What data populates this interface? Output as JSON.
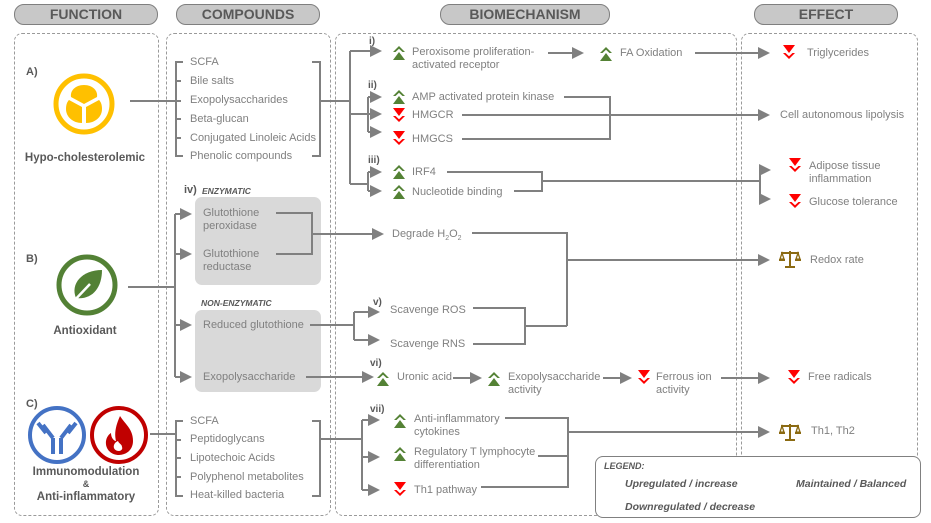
{
  "headers": {
    "function": "FUNCTION",
    "compounds": "COMPOUNDS",
    "biomechanism": "BIOMECHANISM",
    "effect": "EFFECT"
  },
  "colors": {
    "up": "#548235",
    "down": "#ff0000",
    "balance": "#8b6a12",
    "hypo": "#ffc000",
    "antioxidant": "#538135",
    "immuno": "#4472c4",
    "inflammatory": "#c00000",
    "line": "#808080"
  },
  "functions": [
    {
      "letter": "A)",
      "label": "Hypo-cholesterolemic",
      "icon": "cholesterol-icon"
    },
    {
      "letter": "B)",
      "label": "Antioxidant",
      "icon": "leaf-icon"
    },
    {
      "letter": "C)",
      "label_lines": [
        "Immunomodulation",
        "&",
        "Anti-inflammatory"
      ],
      "icons": [
        "antibody-icon",
        "flame-icon"
      ]
    }
  ],
  "compounds": {
    "A": [
      "SCFA",
      "Bile salts",
      "Exopolysaccharides",
      "Beta-glucan",
      "Conjugated Linoleic Acids",
      "Phenolic compounds"
    ],
    "B": {
      "enzymatic_tag": "iv)",
      "enzymatic_label": "ENZYMATIC",
      "enzymatic": [
        "Glutothione\nperoxidase",
        "Glutothione\nreductase"
      ],
      "non_enzymatic_label": "NON-ENZYMATIC",
      "non_enzymatic": [
        "Reduced glutothione",
        "Exopolysaccharide"
      ]
    },
    "C": [
      "SCFA",
      "Peptidoglycans",
      "Lipotechoic Acids",
      "Polyphenol metabolites",
      "Heat-killed bacteria"
    ]
  },
  "biomechanism": {
    "i": {
      "tag": "i)",
      "items": [
        {
          "text": "Peroxisome proliferation-\nactivated receptor",
          "dir": "up"
        },
        {
          "text": "FA Oxidation",
          "dir": "up"
        }
      ]
    },
    "ii": {
      "tag": "ii)",
      "items": [
        {
          "text": "AMP activated protein kinase",
          "dir": "up"
        },
        {
          "text": "HMGCR",
          "dir": "down"
        },
        {
          "text": "HMGCS",
          "dir": "down"
        }
      ]
    },
    "iii": {
      "tag": "iii)",
      "items": [
        {
          "text": "IRF4",
          "dir": "up"
        },
        {
          "text": "Nucleotide binding",
          "dir": "up"
        }
      ]
    },
    "iv": {
      "items": [
        {
          "text": "Degrade H",
          "sub1": "2",
          "mid": "O",
          "sub2": "2"
        }
      ]
    },
    "v": {
      "tag": "v)",
      "items": [
        {
          "text": "Scavenge ROS"
        },
        {
          "text": "Scavenge RNS"
        }
      ]
    },
    "vi": {
      "tag": "vi)",
      "items": [
        {
          "text": "Uronic acid",
          "dir": "up"
        },
        {
          "text": "Exopolysaccharide\nactivity",
          "dir": "up"
        },
        {
          "text": "Ferrous ion\nactivity",
          "dir": "down"
        }
      ]
    },
    "vii": {
      "tag": "vii)",
      "items": [
        {
          "text": "Anti-inflammatory\ncytokines",
          "dir": "up"
        },
        {
          "text": "Regulatory T lymphocyte\ndifferentiation",
          "dir": "up"
        },
        {
          "text": "Th1 pathway",
          "dir": "down"
        }
      ]
    }
  },
  "effects": [
    {
      "text": "Triglycerides",
      "dir": "down"
    },
    {
      "text": "Cell autonomous lipolysis"
    },
    {
      "text": "Adipose tissue\ninflammation",
      "dir": "down"
    },
    {
      "text": "Glucose tolerance",
      "dir": "down"
    },
    {
      "text": "Redox rate",
      "dir": "balance"
    },
    {
      "text": "Free radicals",
      "dir": "down"
    },
    {
      "text": "Th1, Th2",
      "dir": "balance"
    }
  ],
  "legend": {
    "title": "LEGEND:",
    "up": "Upregulated / increase",
    "down": "Downregulated / decrease",
    "balance": "Maintained / Balanced"
  }
}
